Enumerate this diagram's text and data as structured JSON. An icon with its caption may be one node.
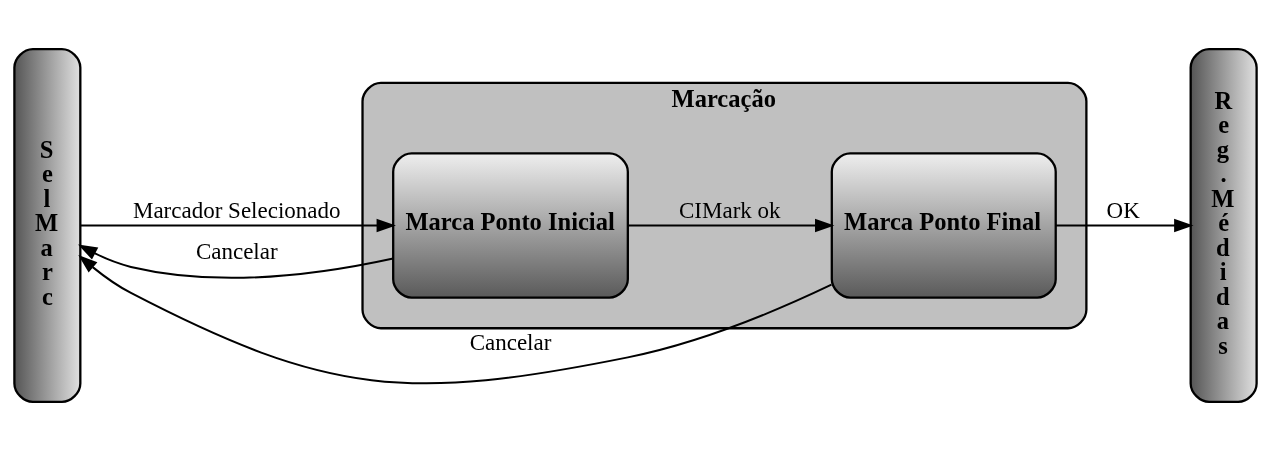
{
  "diagram": {
    "nodes": [
      {
        "text": [
          "SelMarc"
        ]
      },
      {
        "text": [
          "Marcação"
        ]
      },
      {
        "text": [
          "Marca Ponto Inicial"
        ],
        "in": 1
      },
      {
        "text": [
          "Marca Ponto Final"
        ],
        "in": 1
      },
      {
        "text": [
          "Reg.Médidas"
        ]
      }
    ],
    "edges": [
      {
        "from": 0,
        "to": 2,
        "arrow": "to",
        "label": "Marcador Selecionado"
      },
      {
        "from": 2,
        "to": 3,
        "arrow": "to",
        "label": "CIMark ok"
      },
      {
        "from": 3,
        "to": 4,
        "arrow": "to",
        "label": "OK"
      },
      {
        "from": 2,
        "to": 0,
        "arrow": "to",
        "label": "Cancelar"
      },
      {
        "from": 3,
        "to": 0,
        "arrow": "to",
        "label": "Cancelar"
      }
    ]
  }
}
